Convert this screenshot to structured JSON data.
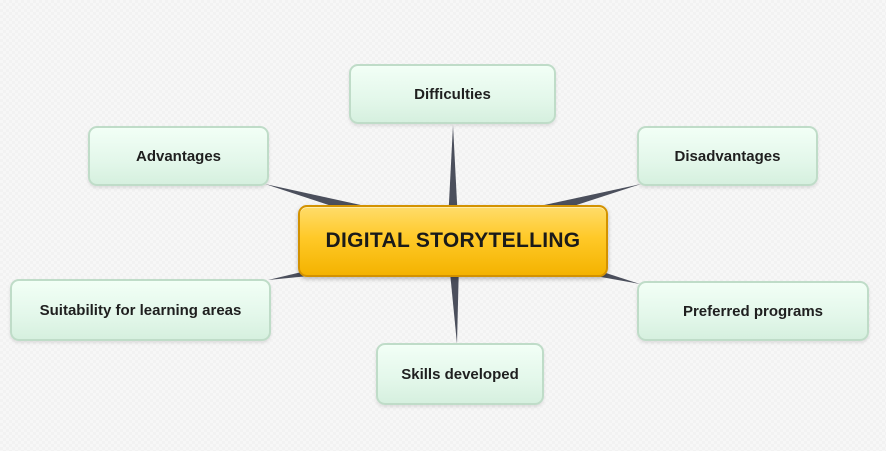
{
  "mindmap": {
    "central": {
      "label": "DIGITAL STORYTELLING"
    },
    "topics": {
      "difficulties": "Difficulties",
      "advantages": "Advantages",
      "disadvantages": "Disadvantages",
      "suitability": "Suitability for learning areas",
      "preferred_programs": "Preferred programs",
      "skills_developed": "Skills developed"
    }
  },
  "colors": {
    "connector": "#4b4f5c",
    "central_fill": "#ffc928",
    "central_border": "#d39200",
    "topic_fill": "#e3f7ea",
    "topic_border": "#bfdcc8"
  }
}
